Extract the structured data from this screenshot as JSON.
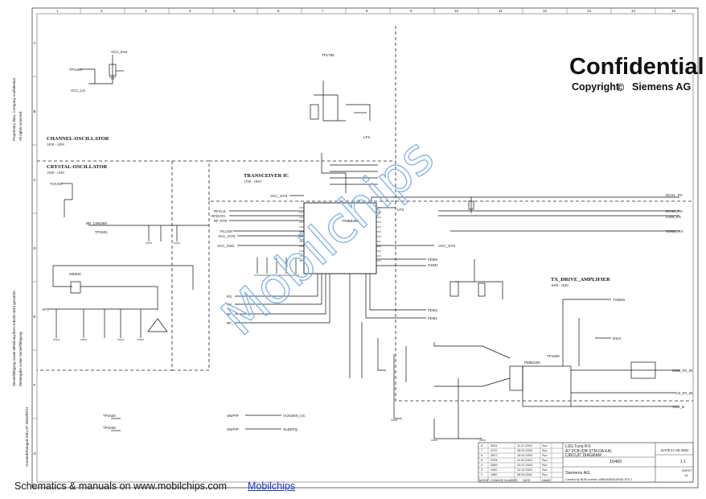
{
  "footer": {
    "text": "Schematics & manuals on www.mobilchips.com",
    "link": "Mobilchips"
  },
  "confidential": {
    "title": "Confidential",
    "copyright": "Copyright",
    "copyright_symbol": "©",
    "owner": "Siemens AG"
  },
  "watermark": "Mobilchips",
  "side_notes": [
    "Proprietary data, Company confidential.",
    "All rights reserved.",
    "Vervielfältigung sowie Mitteilung ihres Inhalts nicht gestattet,",
    "Weitergabe sowie Vervielfältigung",
    "CreatedChanged SIELAP 2003/09/11"
  ],
  "grid": {
    "cols": [
      "1",
      "2",
      "3",
      "4",
      "5",
      "6",
      "7",
      "8",
      "9",
      "10",
      "11",
      "12",
      "13",
      "14",
      "15"
    ],
    "rows": [
      "A",
      "B",
      "C",
      "D",
      "E",
      "F",
      "G"
    ]
  },
  "sections": {
    "channel_osc": {
      "title": "CHANNEL-OSCILLATOR",
      "range": "1450 - 1499"
    },
    "crystal_osc": {
      "title": "CRYSTAL-OSCILLATOR",
      "range": "1500 - 1549"
    },
    "transceiver": {
      "title": "TRANSCEIVER IC",
      "range": "1700 - 1839"
    },
    "tx_drive": {
      "title": "TX_DRIVE_AMPLIFIER",
      "range": "1600 - 1649"
    }
  },
  "nets": {
    "vcc_es2": "VCC_ES2",
    "vcc_lo": "VCC_LO",
    "tp1400": "TP1400",
    "tp1765": "TP1765",
    "vcc_syn": "VCC_SYN",
    "vcc_syn2": "VCC_SYN",
    "lfs": "LFS",
    "lf2": "LFS",
    "tvcxo": "TVCXO",
    "bb_13m": "BB_13M26M",
    "tp1501": "TP1501",
    "rfclk": "RFCLK",
    "rfdata": "RFDATA",
    "rfstr": "RF STR",
    "pllon": "PLLON",
    "vcc_syn3": "VCC_SYN",
    "vcc_osc": "VCC_OSC",
    "dcs1_rx": "DCS1_RX",
    "dcs2_rx": "DCS2_RX",
    "gsm_rx": "GSM_RX",
    "gsm2_rx": "GSM2_RX",
    "fem3": "FEM3",
    "gsm1": "GSM1",
    "fem2": "FEM2",
    "fem1": "FEM1",
    "txdm1": "TXDM1",
    "dsai": "DSAI",
    "gsm_pa_in": "GSM_PA_IN",
    "cs_pa_in": "CS_PA_IN",
    "vcc_b": "VCC_B",
    "afc": "AFC",
    "xtal": "26MHZ",
    "tp1520": "TP1520",
    "tp1530": "TP1530",
    "vckdem": "VCKDEN_UC",
    "sleep": "SLEEPQ",
    "snlp1": "SN/PIP",
    "snlp2": "SN/PIP",
    "ic_u1": "PMB6258",
    "ic_u2": "PMB2250",
    "tp1600": "TP1600",
    "rtx1": "RX",
    "rtx2": "RX_",
    "rtx3": "RF_",
    "rtx4": "RF_"
  },
  "title_block": {
    "company": "Siemens AG",
    "project": "LSG Tuna IFX",
    "line2": "A7 PCB (DB STM DA KA)",
    "line3": "CIRCUIT DIAGRAM",
    "doc_no": "16460",
    "scale": "1:1",
    "sheet": "SHEET",
    "sheet_no": "14",
    "date_label": "DATE",
    "date": "17.05.2002",
    "created": "Created by BOM number: A5B00080815/EA5 STD 1",
    "rev_header": [
      "MODIF",
      "CHANGE NUMBER",
      "DATE",
      "NAME"
    ],
    "revisions": [
      [
        "8",
        "3331",
        "11.07.2003",
        "Svo"
      ],
      [
        "7",
        "4712",
        "28.02.2003",
        "Svo"
      ],
      [
        "6",
        "3927",
        "15.02.2003",
        "Svo"
      ],
      [
        "5",
        "3794",
        "11.02.2003",
        "Svo"
      ],
      [
        "4",
        "3389",
        "22.01.2003",
        "Svo"
      ],
      [
        "3",
        "2440",
        "12.12.2002",
        "Svo"
      ],
      [
        "2",
        "1982",
        "05.09.2002",
        "Svo"
      ]
    ]
  }
}
